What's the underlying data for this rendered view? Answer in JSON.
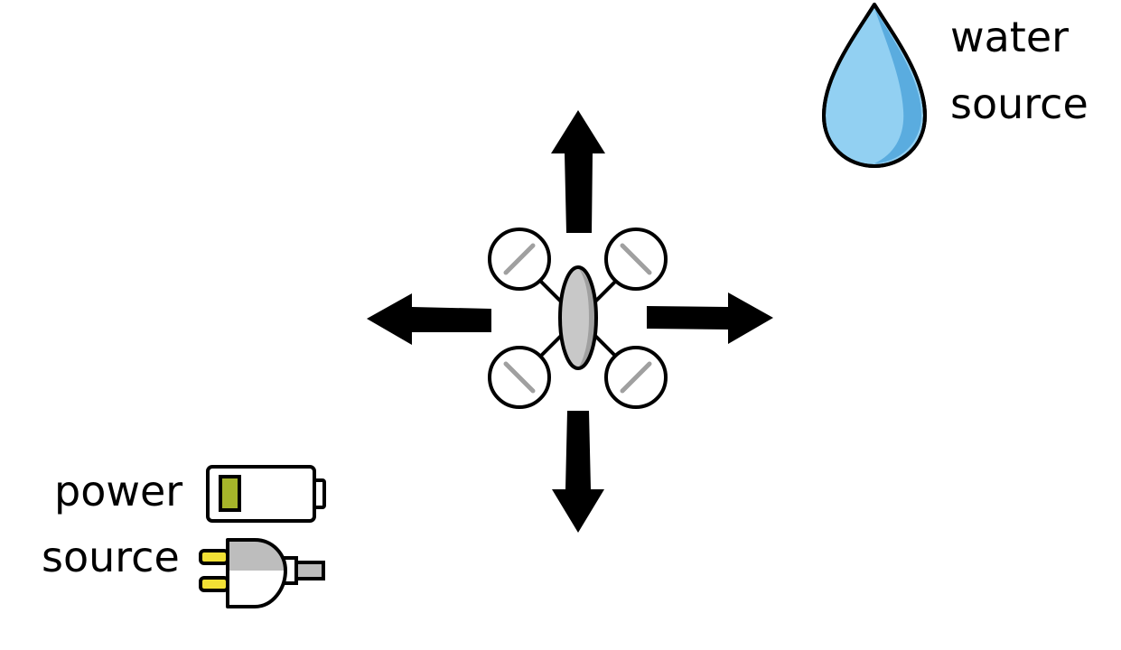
{
  "water": {
    "line1": "water",
    "line2": "source",
    "icon": "water-drop-icon"
  },
  "power": {
    "line1": "power",
    "line2": "source",
    "icons": [
      "battery-icon",
      "plug-icon"
    ]
  },
  "drone": {
    "icon": "quadcopter-drone-icon",
    "arrows": [
      "arrow-up-icon",
      "arrow-down-icon",
      "arrow-left-icon",
      "arrow-right-icon"
    ]
  },
  "colors": {
    "drop_light": "#92D0F2",
    "drop_shade": "#5AACDF",
    "battery_level": "#A6B52A",
    "plug_pins": "#F2E135",
    "plug_body": "#BDBDBD",
    "drone_body": "#BEBEBE",
    "rotor_line": "#A0A0A0",
    "stroke": "#000000"
  }
}
